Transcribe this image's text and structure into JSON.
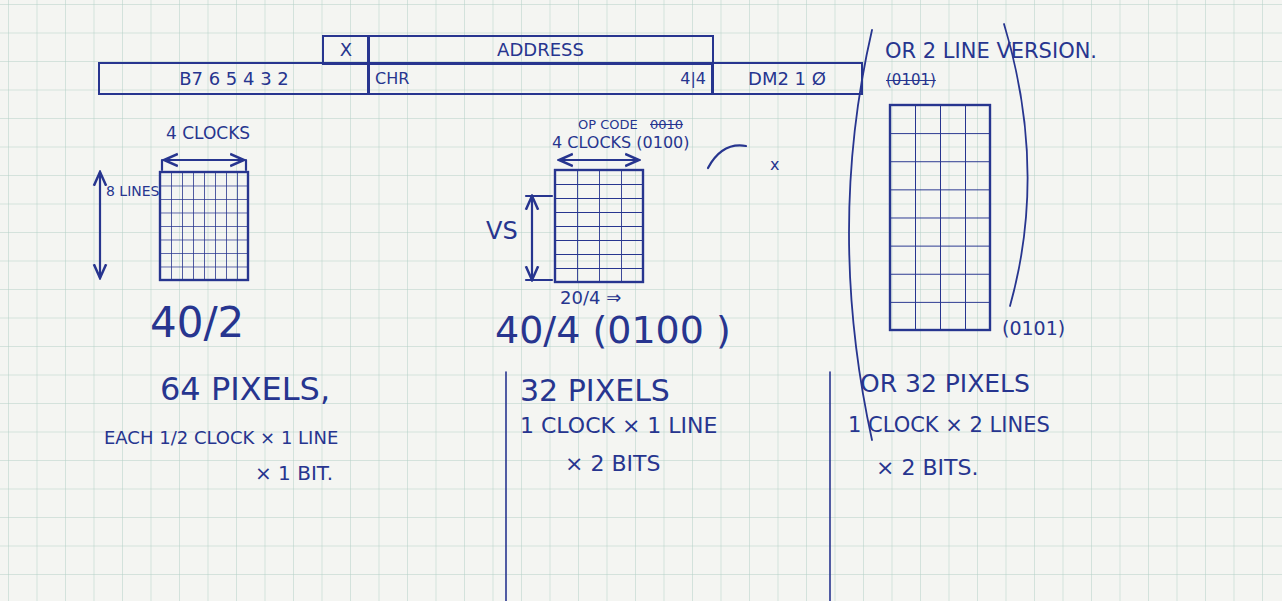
{
  "diagram": {
    "nodes": [
      {
        "text": [
          "X"
        ]
      },
      {
        "text": [
          "ADDRESS"
        ]
      },
      {
        "text": [
          "B7 6 5 4 3 2"
        ]
      },
      {
        "text": [
          "CHR",
          "4|4"
        ]
      },
      {
        "text": [
          "DM2 1 Ø"
        ]
      }
    ],
    "labels": [
      "4 CLOCKS",
      "8 LINES",
      "40/2",
      "64 PIXELS,",
      "EACH 1/2 CLOCK × 1 LINE",
      "× 1 BIT.",
      "OP CODE",
      "0010",
      "4 CLOCKS (0100)",
      "VS",
      "20/4 ⇒",
      "40/4 (0100 )",
      "32 PIXELS",
      "1 CLOCK × 1 LINE",
      "× 2 BITS",
      "OR 2 LINE VERSION.",
      "(0101)",
      "(0101)",
      "OR 32 PIXELS",
      "1 CLOCK × 2 LINES",
      "× 2 BITS.",
      "x"
    ]
  }
}
